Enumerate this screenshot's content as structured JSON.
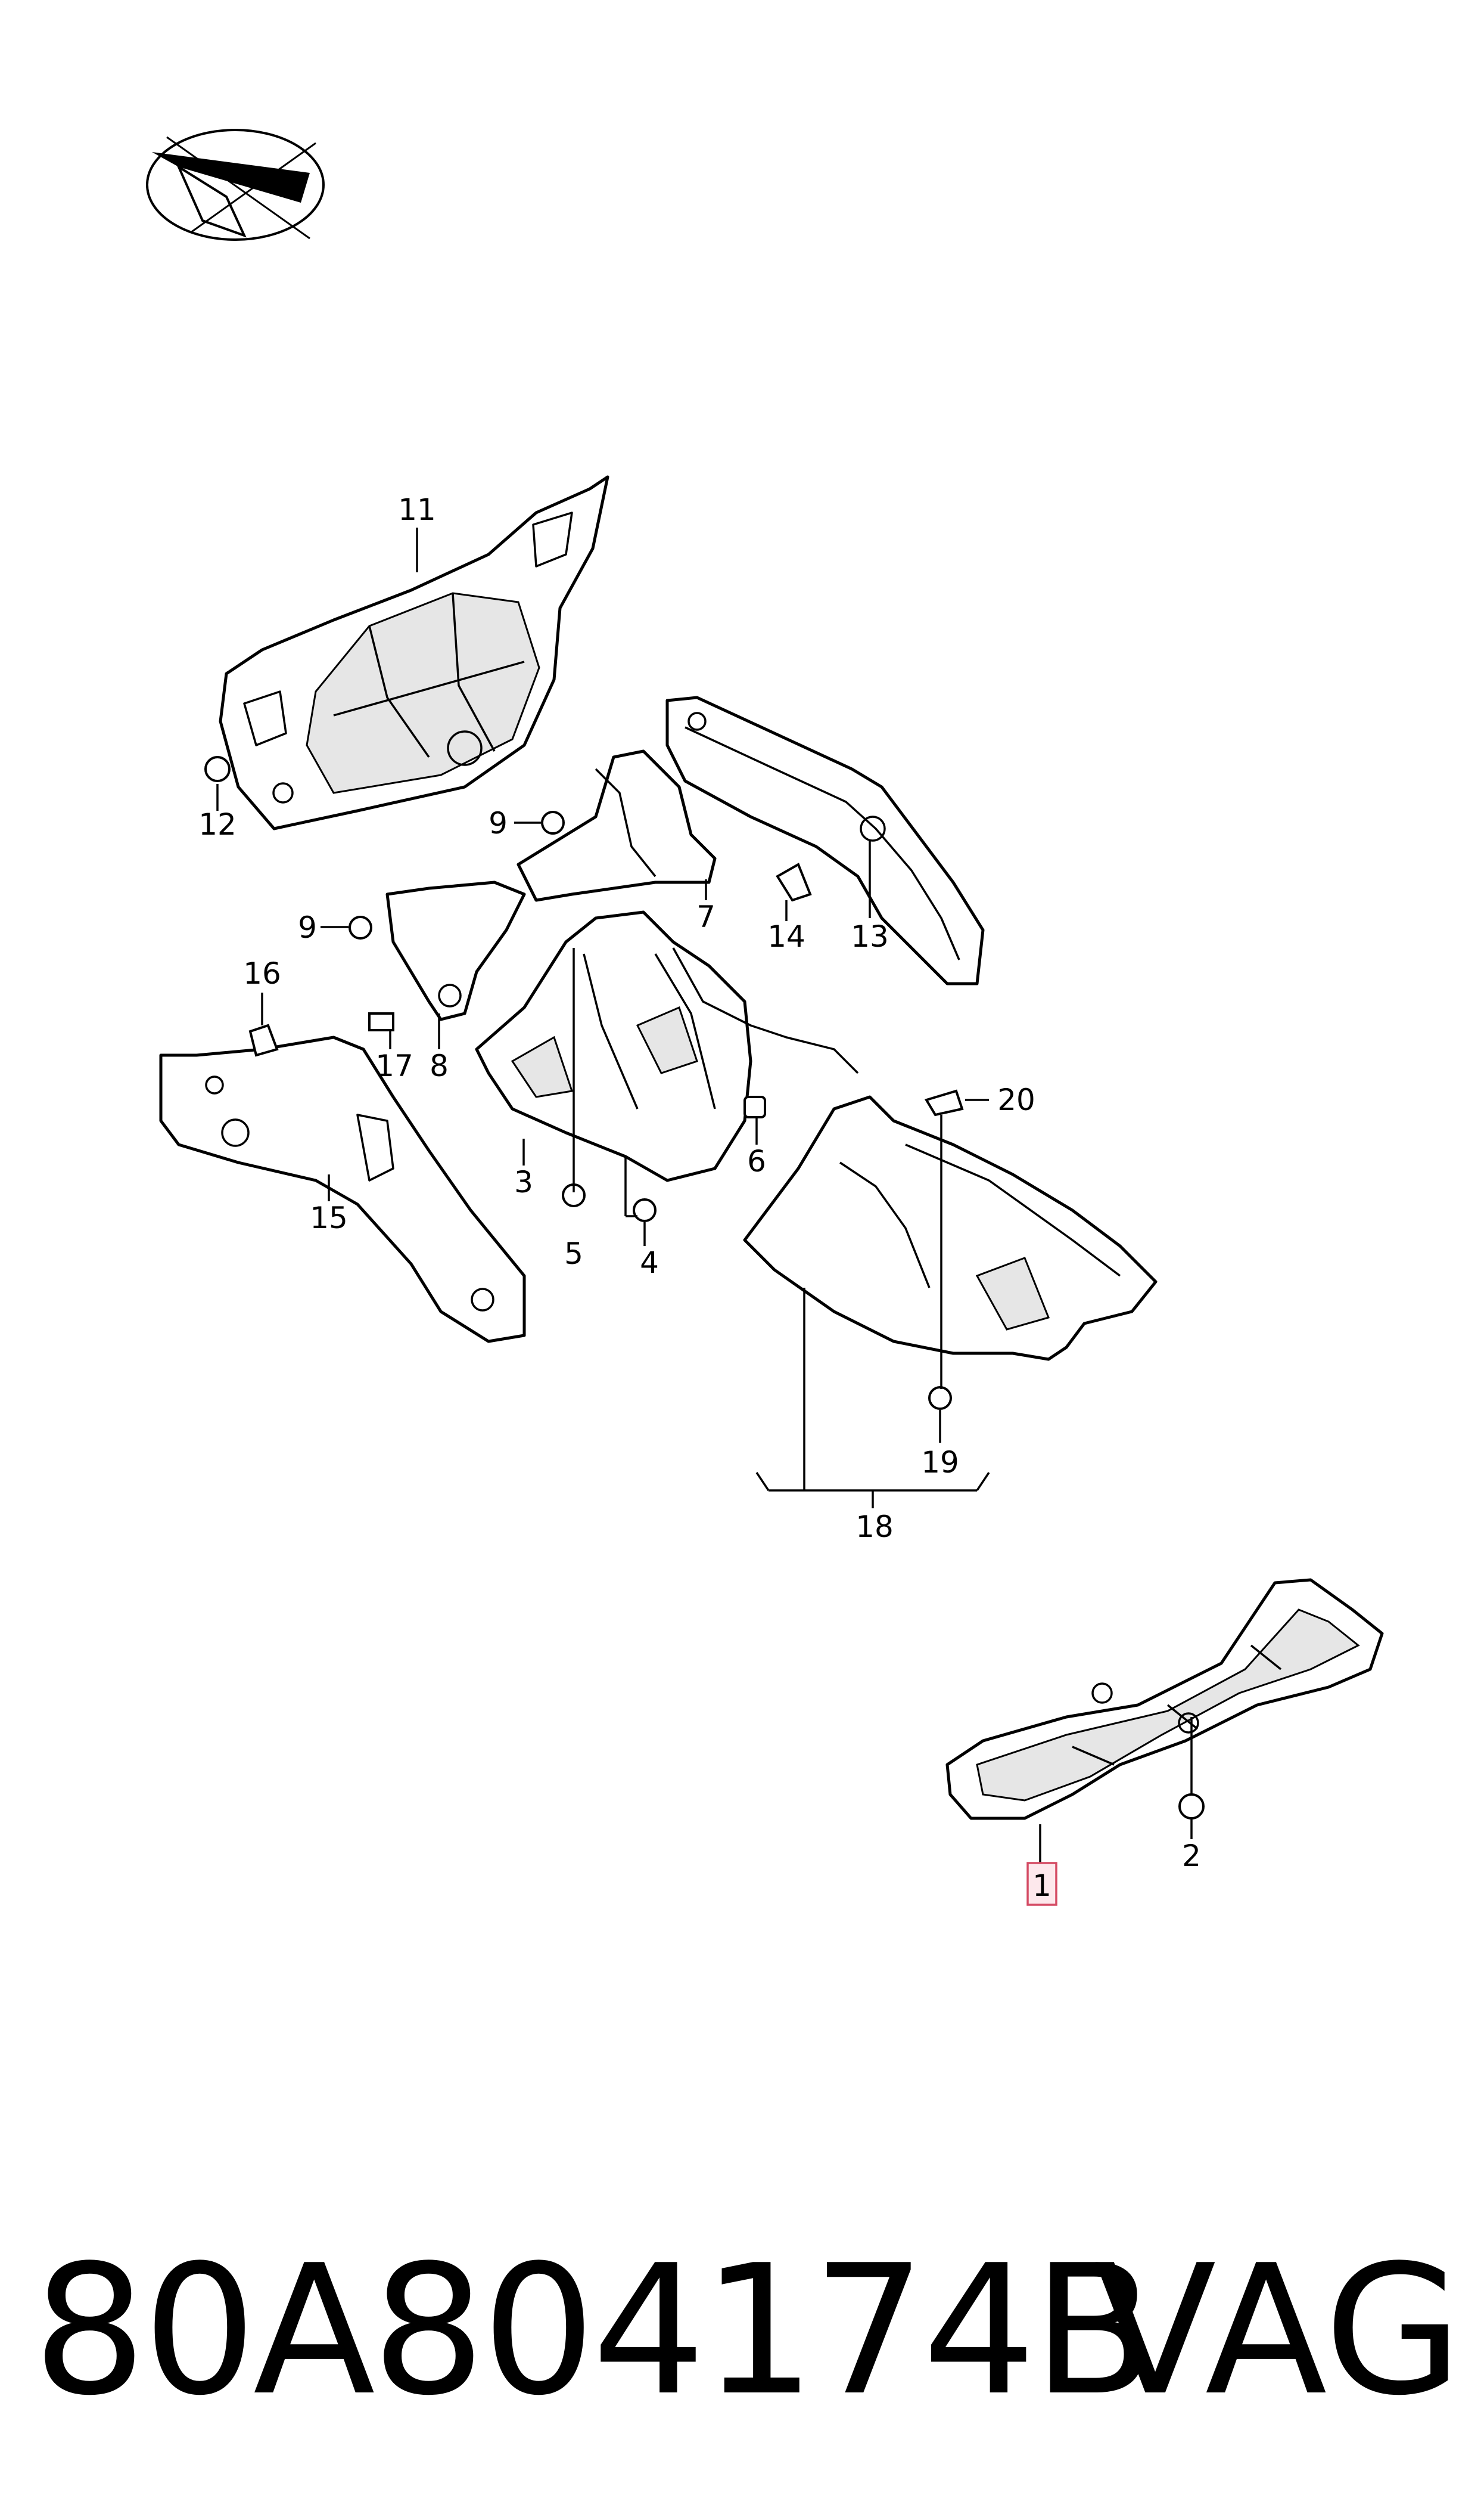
{
  "callouts": {
    "c1": "1",
    "c2": "2",
    "c3": "3",
    "c4": "4",
    "c5": "5",
    "c6": "6",
    "c7": "7",
    "c8": "8",
    "c9a": "9",
    "c9b": "9",
    "c11": "11",
    "c12": "12",
    "c13": "13",
    "c14": "14",
    "c15": "15",
    "c16": "16",
    "c17": "17",
    "c18": "18",
    "c19": "19",
    "c20": "20"
  },
  "highlighted_callout": "1",
  "highlight_color": "#d44a63",
  "caption": {
    "part_number": "80A804174B",
    "brand": "VAG"
  }
}
